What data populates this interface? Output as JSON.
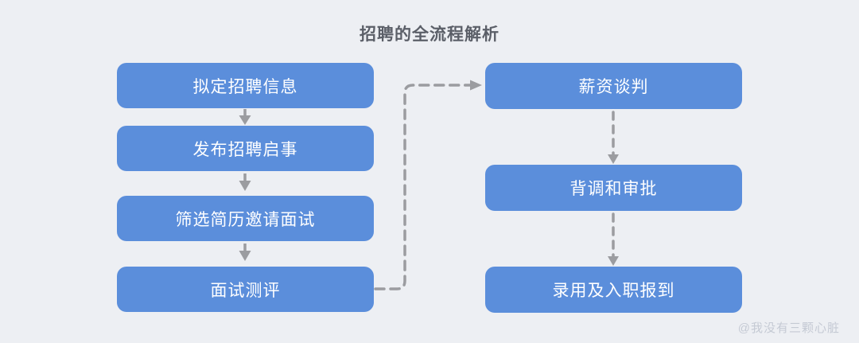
{
  "title": "招聘的全流程解析",
  "watermark": "@我没有三颗心脏",
  "colors": {
    "background": "#edeff3",
    "node_fill": "#5b8edb",
    "node_text": "#ffffff",
    "title_text": "#5b5f68",
    "arrow": "#9b9ca0",
    "watermark_text": "#c5cad4"
  },
  "flow": {
    "type": "flowchart",
    "left_column": [
      {
        "label": "拟定招聘信息"
      },
      {
        "label": "发布招聘启事"
      },
      {
        "label": "筛选简历邀请面试"
      },
      {
        "label": "面试测评"
      }
    ],
    "right_column": [
      {
        "label": "薪资谈判"
      },
      {
        "label": "背调和审批"
      },
      {
        "label": "录用及入职报到"
      }
    ],
    "connections": [
      {
        "from": "拟定招聘信息",
        "to": "发布招聘启事",
        "style": "solid-arrow"
      },
      {
        "from": "发布招聘启事",
        "to": "筛选简历邀请面试",
        "style": "solid-arrow"
      },
      {
        "from": "筛选简历邀请面试",
        "to": "面试测评",
        "style": "solid-arrow"
      },
      {
        "from": "面试测评",
        "to": "薪资谈判",
        "style": "dashed-elbow-arrow"
      },
      {
        "from": "薪资谈判",
        "to": "背调和审批",
        "style": "dashed-arrow"
      },
      {
        "from": "背调和审批",
        "to": "录用及入职报到",
        "style": "dashed-arrow"
      }
    ]
  }
}
